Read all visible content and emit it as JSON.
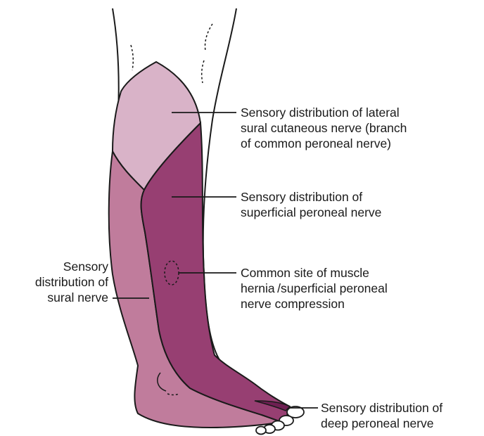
{
  "colors": {
    "outline": "#1a1a1a",
    "lateral_sural_region": "#d9b3c8",
    "sural_region": "#c07c9c",
    "superficial_peroneal_region": "#973f72",
    "deep_peroneal_region": "#6e1f52",
    "background": "#ffffff"
  },
  "labels": {
    "lateral_sural": {
      "lines": [
        "Sensory distribution of lateral",
        "sural cutaneous nerve (branch",
        "of common peroneal nerve)"
      ]
    },
    "superficial_peroneal": {
      "lines": [
        "Sensory distribution of",
        "superficial peroneal nerve"
      ]
    },
    "muscle_hernia": {
      "lines": [
        "Common site of muscle",
        "hernia /superficial peroneal",
        "nerve compression"
      ]
    },
    "sural": {
      "lines": [
        "Sensory",
        "distribution of",
        "sural nerve"
      ]
    },
    "deep_peroneal": {
      "lines": [
        "Sensory distribution of",
        "deep peroneal nerve"
      ]
    }
  }
}
